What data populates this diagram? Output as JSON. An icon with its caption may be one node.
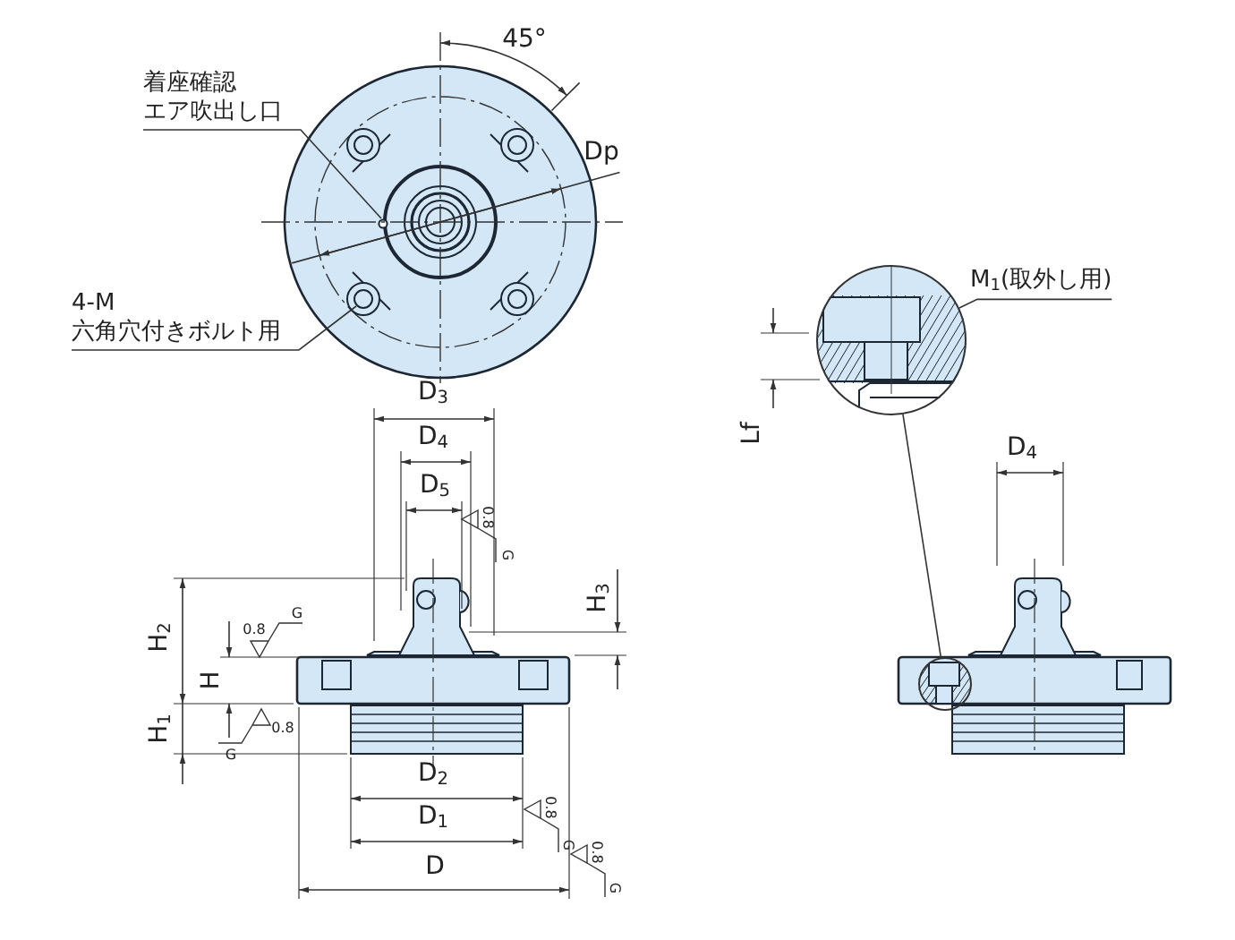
{
  "diagram": {
    "nodes": [
      {
        "text": [
          "着座確認",
          "エア吹出し口"
        ]
      },
      {
        "text": [
          "4-M",
          "六角穴付きボルト用"
        ]
      },
      {
        "text": [
          "M$_{1}$(取外し用)"
        ]
      },
      {
        "text": [],
        "shape": "circle"
      },
      {
        "text": [],
        "shape": "circle"
      }
    ],
    "edges": [
      {
        "from": 0,
        "to": null,
        "arrow": "none"
      },
      {
        "from": 1,
        "to": null,
        "arrow": "none"
      },
      {
        "from": 2,
        "to": 3,
        "arrow": "none"
      },
      {
        "from": 4,
        "to": 3,
        "arrow": "none"
      }
    ],
    "labels": [
      "45°",
      "Dp",
      "D$_{3}$",
      "D$_{4}$",
      "D$_{5}$",
      "0.8",
      "G",
      "H$_{3}$",
      "H$_{2}$",
      "0.8",
      "G",
      "H",
      "H$_{1}$",
      "G",
      "0.8",
      "D$_{2}$",
      "D$_{1}$",
      "0.8",
      "G",
      "D",
      "0.8",
      "G",
      "Lf",
      "D$_{4}$"
    ]
  }
}
